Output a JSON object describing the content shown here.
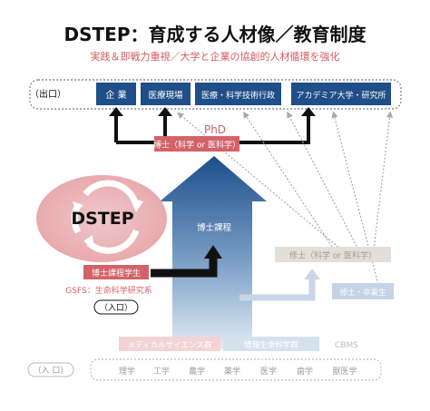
{
  "title": "DSTEP：育成する人材像／教育制度",
  "subtitle": "実践＆即戦力重視／大学と企業の協創的人材循環を強化",
  "exit": {
    "label": "（出口）",
    "destinations": [
      "企 業",
      "医療現場",
      "医療・科学技術行政",
      "アカデミア大学・研究所"
    ]
  },
  "phd": {
    "label": "PhD",
    "degree": "博士（科学 or 医科学）"
  },
  "program": {
    "name": "DSTEP",
    "course": "博士課程",
    "student": "博士課程学生",
    "school": "GSFS：生命科学研究系",
    "entry": "（入口）"
  },
  "masters": {
    "degree": "修士（科学 or 医科学）",
    "alt_entry": "修士・卒業生"
  },
  "fields": {
    "group1": "メディカルサイエンス群",
    "group2": "情報生命科学群",
    "group3": "CBMS"
  },
  "bottom": {
    "entry": "（入 口）",
    "disciplines": [
      "理学",
      "工学",
      "農学",
      "薬学",
      "医学",
      "歯学",
      "獣医学"
    ]
  },
  "colors": {
    "navy": "#1f4e88",
    "red": "#d36268",
    "pink": "#f3d3d4",
    "grey": "#b9bcc2",
    "black": "#111111"
  }
}
